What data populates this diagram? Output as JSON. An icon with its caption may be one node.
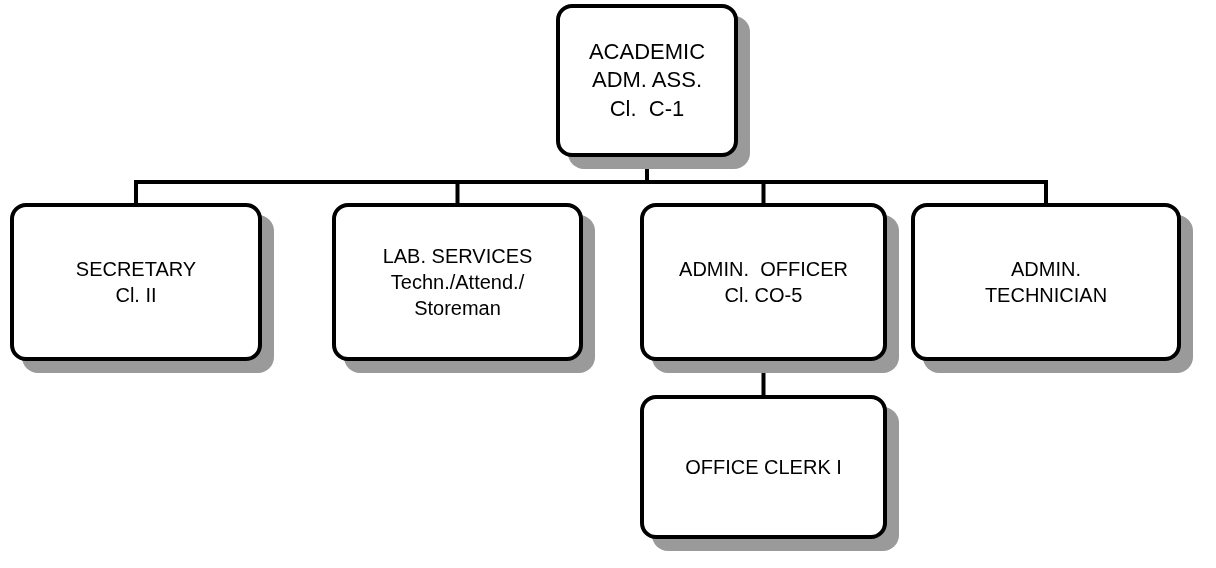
{
  "diagram": {
    "nodes": [
      {
        "text": [
          "ACADEMIC",
          "ADM. ASS.",
          "Cl.  C-1"
        ]
      },
      {
        "text": [
          "SECRETARY",
          "Cl. II"
        ]
      },
      {
        "text": [
          "LAB. SERVICES",
          "Techn./Attend./",
          "Storeman"
        ]
      },
      {
        "text": [
          "ADMIN.  OFFICER",
          "Cl. CO-5"
        ]
      },
      {
        "text": [
          "ADMIN.",
          "TECHNICIAN"
        ]
      },
      {
        "text": [
          "OFFICE CLERK I"
        ]
      }
    ],
    "edges": [
      {
        "from": 0,
        "to": 1,
        "arrow": "none"
      },
      {
        "from": 0,
        "to": 2,
        "arrow": "none"
      },
      {
        "from": 0,
        "to": 3,
        "arrow": "none"
      },
      {
        "from": 0,
        "to": 4,
        "arrow": "none"
      },
      {
        "from": 3,
        "to": 5,
        "arrow": "none"
      }
    ]
  }
}
